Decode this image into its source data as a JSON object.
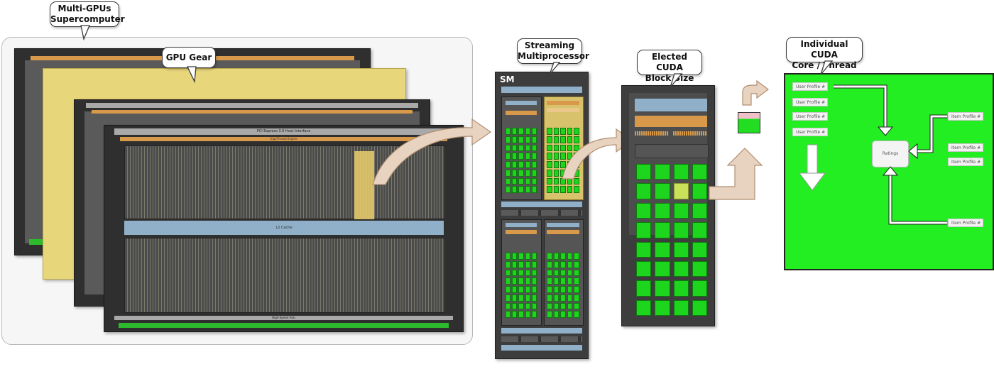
{
  "callouts": {
    "supercomputer": [
      "Multi-GPUs",
      "Supercomputer"
    ],
    "gpu_gear": "GPU Gear",
    "streaming_mp": [
      "Streaming",
      "Multiprocessor"
    ],
    "elected_block": [
      "Elected CUDA",
      "Block Size"
    ],
    "cuda_core": [
      "Individual CUDA",
      "Core / Thread"
    ]
  },
  "sm_label": "SM",
  "gpu_labels": {
    "host_interface": "PCI Express 3.0 Host Interface",
    "gigathread": "GigaThread Engine",
    "l2_cache": "L2 Cache",
    "nvlink": "High-Speed Hub"
  },
  "thread_view": {
    "user_profiles": [
      "User Profile #",
      "User Profile #",
      "User Profile #",
      "User Profile #"
    ],
    "item_profiles": [
      "Item Profile #",
      "Item Profile #",
      "Item Profile #",
      "Item Profile #"
    ],
    "ratings": "Ratings"
  },
  "colors": {
    "green": "#1ed51e",
    "highlight": "#e8d67a",
    "orange": "#d8994a",
    "panel_bg": "#3d3d3d"
  }
}
